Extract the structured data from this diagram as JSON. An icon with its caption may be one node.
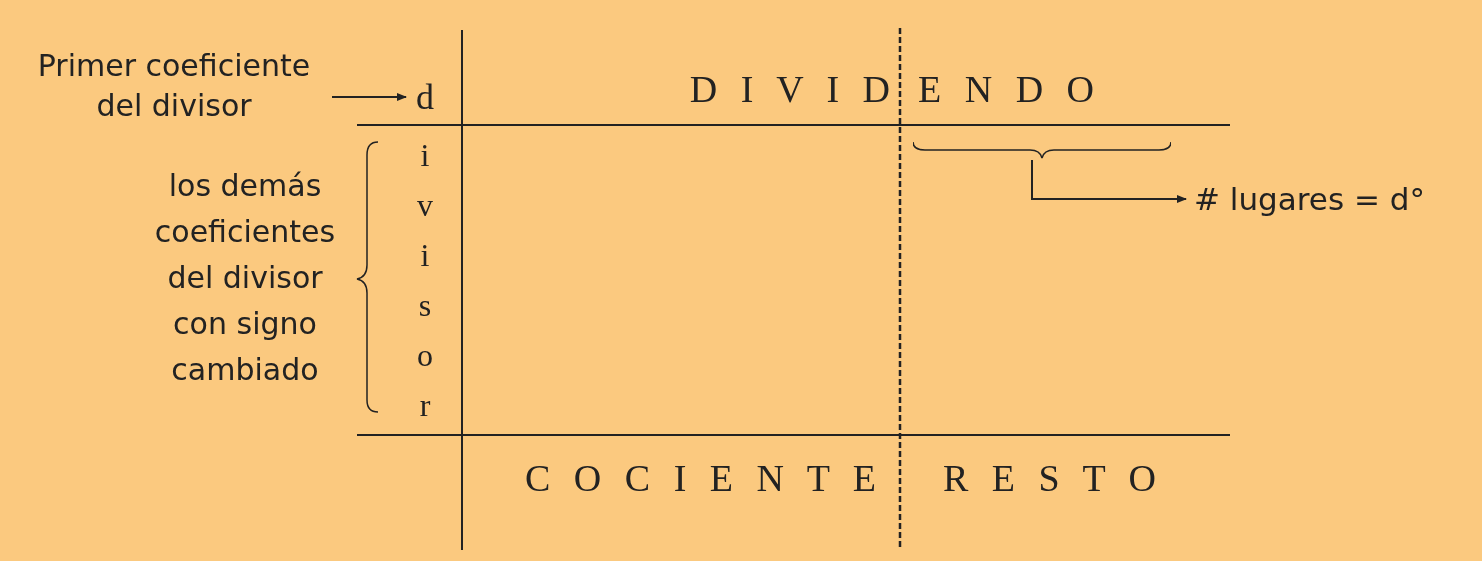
{
  "diagram": {
    "nodes": [
      {
        "text": [
          "Primer coeficiente del divisor"
        ]
      },
      {
        "text": [
          "d"
        ]
      },
      {
        "text": [],
        "shape": "brace"
      },
      {
        "text": [
          "# lugares = d°"
        ]
      }
    ],
    "edges": [
      {
        "from": 0,
        "to": 1,
        "arrow": "to"
      },
      {
        "from": 2,
        "to": 3,
        "arrow": "to"
      }
    ],
    "labels": [
      "D I V I D",
      "E N D O",
      "los demás coeficientes del divisor con signo cambiado",
      "i v i s o r",
      "C O C I E N T E",
      "R E S T O"
    ]
  }
}
